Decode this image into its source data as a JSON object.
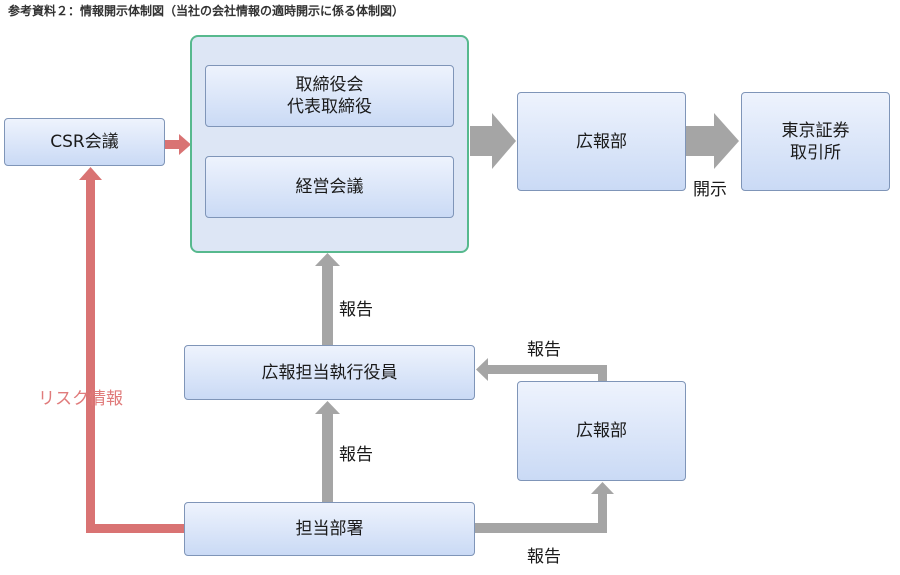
{
  "title": "参考資料２：情報開示体制図（当社の会社情報の適時開示に係る体制図）",
  "nodes": {
    "csr": "CSR会議",
    "board": "取締役会\n代表取締役",
    "management": "経営会議",
    "pr_top": "広報部",
    "tse": "東京証券\n取引所",
    "pr_officer": "広報担当執行役員",
    "pr_right": "広報部",
    "dept": "担当部署"
  },
  "edges": {
    "disclose": "開示",
    "report_to_mgmt": "報告",
    "report_from_pr": "報告",
    "report_from_dept": "報告",
    "report_to_pr": "報告",
    "risk_info": "リスク情報"
  },
  "colors": {
    "gray_arrow": "#a5a5a5",
    "red_arrow": "#d97373",
    "group_border": "#57b98e",
    "box_border": "#7f95b8"
  }
}
